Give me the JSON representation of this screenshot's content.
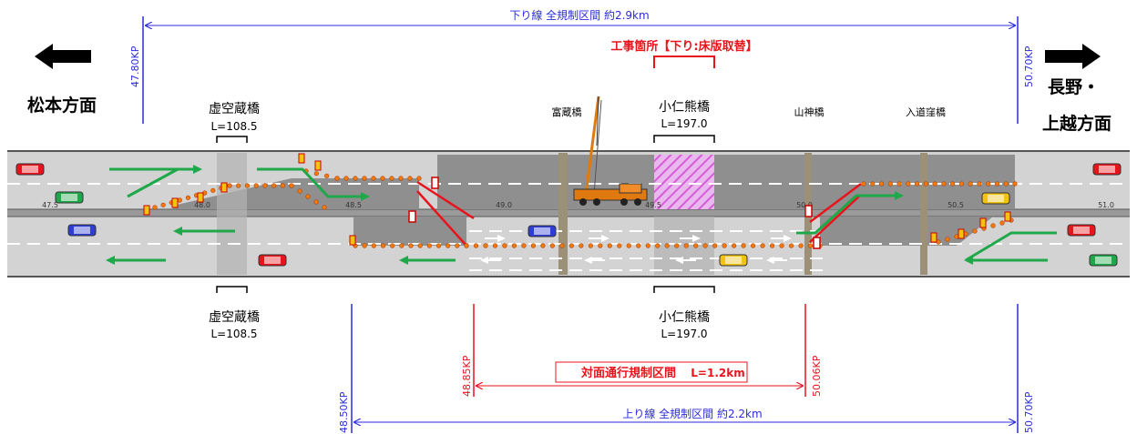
{
  "directions": {
    "left": "松本方面",
    "right_line1": "長野・",
    "right_line2": "上越方面"
  },
  "down_line": {
    "label": "下り線 全規制区間 約2.9km",
    "kp_start": "47.80KP",
    "kp_end": "50.70KP",
    "color": "#2b2bdc"
  },
  "up_line": {
    "label": "上り線 全規制区間 約2.2km",
    "kp_start": "48.50KP",
    "kp_end": "50.70KP"
  },
  "contraflow": {
    "label": "対面通行規制区間",
    "length": "L=1.2km",
    "kp_start": "48.85KP",
    "kp_end": "50.06KP",
    "color": "#e8141c"
  },
  "construction": {
    "label": "工事箇所【下り:床版取替】",
    "color": "#e8141c"
  },
  "bridges_top": {
    "kokuzo": {
      "name": "虚空蔵橋",
      "length": "L=108.5"
    },
    "tomikura": {
      "name": "富蔵橋"
    },
    "konikuma": {
      "name": "小仁熊橋",
      "length": "L=197.0"
    },
    "sanjin": {
      "name": "山神橋"
    },
    "nyudokubo": {
      "name": "入道窪橋"
    }
  },
  "bridges_bottom": {
    "kokuzo": {
      "name": "虚空蔵橋",
      "length": "L=108.5"
    },
    "konikuma": {
      "name": "小仁熊橋",
      "length": "L=197.0"
    }
  },
  "kp_ticks": [
    "47.5",
    "48.0",
    "48.5",
    "49.0",
    "49.5",
    "50.0",
    "50.5",
    "51.0"
  ],
  "colors": {
    "road": "#d3d3d3",
    "road_dark": "#8f8f8f",
    "arrow_green": "#1fa84a",
    "cone_orange": "#f07a10"
  },
  "vehicles": [
    {
      "name": "car-red-1",
      "color": "#e8141c"
    },
    {
      "name": "car-green-1",
      "color": "#1fa84a"
    },
    {
      "name": "car-blue-1",
      "color": "#2d3dd6"
    },
    {
      "name": "car-red-2",
      "color": "#e8141c"
    },
    {
      "name": "car-blue-2",
      "color": "#2d3dd6"
    },
    {
      "name": "car-yellow-1",
      "color": "#f2c40f"
    },
    {
      "name": "car-red-3",
      "color": "#e8141c"
    },
    {
      "name": "car-yellow-2",
      "color": "#f2c40f"
    },
    {
      "name": "car-red-4",
      "color": "#e8141c"
    },
    {
      "name": "car-green-2",
      "color": "#1fa84a"
    }
  ]
}
